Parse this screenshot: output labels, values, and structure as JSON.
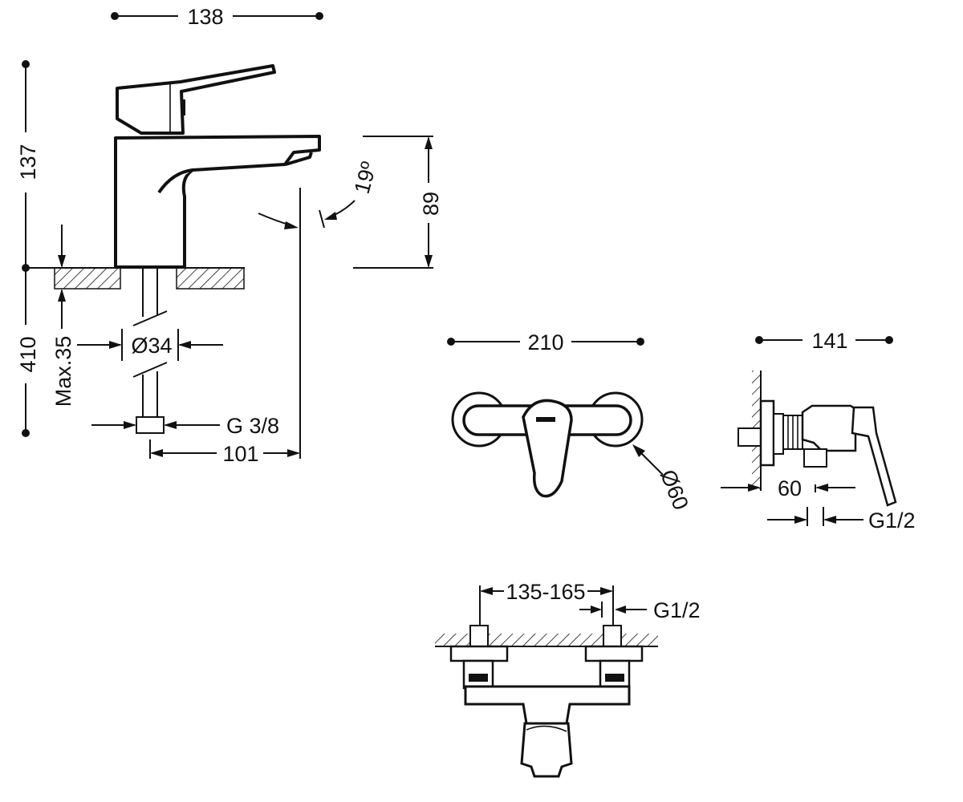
{
  "basin_mixer": {
    "overall_width": "138",
    "overall_height": "137",
    "spout_height": "89",
    "spout_angle": "19º",
    "below_deck_length": "410",
    "max_deck_thickness": "Max.35",
    "hole_diameter": "Ø34",
    "connection_thread": "G 3/8",
    "spout_reach": "101"
  },
  "shower_mixer_front": {
    "width": "210",
    "escutcheon_diameter": "Ø60"
  },
  "shower_mixer_side": {
    "depth": "141",
    "projection": "60",
    "thread": "G1/2"
  },
  "shower_mixer_top": {
    "centers": "135-165",
    "thread": "G1/2"
  }
}
